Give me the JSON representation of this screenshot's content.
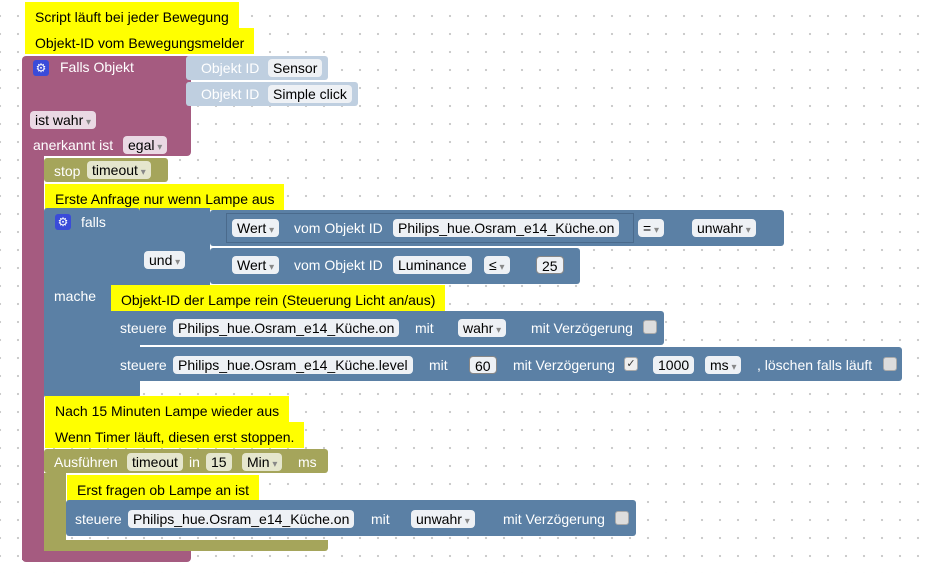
{
  "comments": {
    "c1": "Script läuft bei jeder Bewegung",
    "c2": "Objekt-ID vom Bewegungsmelder",
    "c3": "Erste Anfrage nur wenn Lampe aus",
    "c4": "Objekt-ID der Lampe rein (Steuerung Licht an/aus)",
    "c5": "Nach 15 Minuten Lampe wieder aus",
    "c6": "Wenn Timer läuft, diesen erst stoppen.",
    "c7": "Erst fragen ob Lampe an ist"
  },
  "trigger": {
    "falls_objekt": "Falls Objekt",
    "objekt_id": "Objekt ID",
    "sensor": "Sensor",
    "simple_click": "Simple click",
    "ist": "ist wahr",
    "anerkannt": "anerkannt ist",
    "egal": "egal"
  },
  "stop": {
    "label": "stop",
    "var": "timeout"
  },
  "if_block": {
    "falls": "falls",
    "und": "und",
    "mache": "mache",
    "wert": "Wert",
    "vom_objekt": "vom Objekt ID",
    "obj1": "Philips_hue.Osram_e14_Küche.on",
    "op1": "=",
    "val1": "unwahr",
    "obj2": "Luminance",
    "op2": "≤",
    "val2": "25"
  },
  "control1": {
    "steuere": "steuere",
    "obj": "Philips_hue.Osram_e14_Küche.on",
    "mit": "mit",
    "value": "wahr",
    "delay": "mit Verzögerung"
  },
  "control2": {
    "steuere": "steuere",
    "obj": "Philips_hue.Osram_e14_Küche.level",
    "mit": "mit",
    "value": "60",
    "delay": "mit Verzögerung",
    "check": "✓",
    "ms_value": "1000",
    "unit": "ms",
    "clear": ", löschen falls läuft"
  },
  "timeout": {
    "ausfuehren": "Ausführen",
    "var": "timeout",
    "in": "in",
    "amount": "15",
    "unit": "Min",
    "ms": "ms"
  },
  "control3": {
    "steuere": "steuere",
    "obj": "Philips_hue.Osram_e14_Küche.on",
    "mit": "mit",
    "value": "unwahr",
    "delay": "mit Verzögerung"
  },
  "colors": {
    "trigger": "#a55b80",
    "logic": "#5b80a5",
    "timeout": "#a5a55b",
    "comment": "#ffff00"
  }
}
